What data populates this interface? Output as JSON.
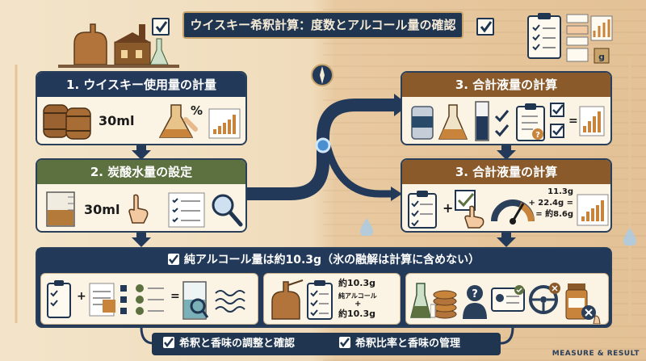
{
  "title": "ウイスキー希釈計算：度数とアルコール量の確認",
  "step1": {
    "heading": "1. ウイスキー使用量の計量",
    "amount": "30ml",
    "percent_symbol": "%"
  },
  "step2": {
    "heading": "2. 炭酸水量の設定",
    "amount": "30ml"
  },
  "step3a": {
    "heading": "3. 合計液量の計算"
  },
  "step3b": {
    "heading": "3. 合計液量の計算",
    "line1": "11.3g",
    "line2": "+ 22.4g =",
    "line3": "= 約8.6g",
    "plus": "+"
  },
  "result": {
    "heading": "純アルコール量は約10.3g（氷の融解は計算に含めない）",
    "calc_line1": "約10.3g",
    "calc_line2": "純アルコール",
    "calc_line3": "+",
    "calc_line4": "約10.3g",
    "plus": "+",
    "equals": "="
  },
  "bottom": {
    "item1": "希釈と香味の調整と確認",
    "item2": "希釈比率と香味の管理"
  },
  "footer": "MEASURE & RESULT",
  "colors": {
    "navy": "#22395a",
    "green": "#5d7040",
    "brown": "#8a5a2b",
    "cream": "#fbf3e3",
    "amber": "#c8843a"
  },
  "icons": [
    "whisky-barrel-icon",
    "beaker-icon",
    "flask-icon",
    "clipboard-icon",
    "magnifier-icon",
    "gauge-icon",
    "compass-icon",
    "hand-pointer-icon",
    "still-icon",
    "can-icon",
    "coins-icon",
    "person-icon",
    "id-card-icon",
    "steering-wheel-icon",
    "jar-icon",
    "bar-chart-icon",
    "water-drop-icon"
  ]
}
